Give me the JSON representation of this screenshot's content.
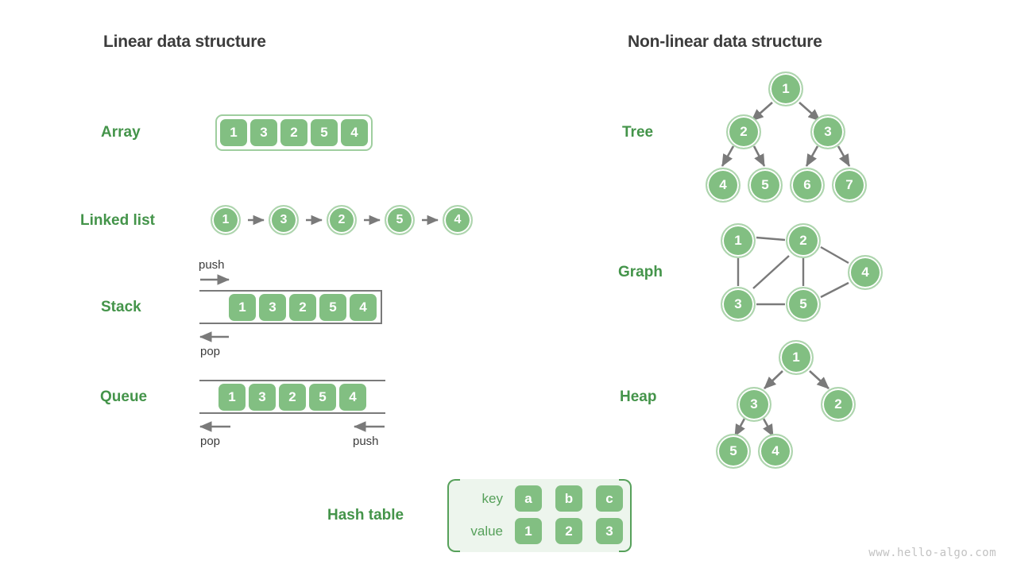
{
  "page": {
    "watermark": "www.hello-algo.com"
  },
  "left_column": {
    "title": "Linear data structure",
    "array": {
      "label": "Array",
      "cells": [
        "1",
        "3",
        "2",
        "5",
        "4"
      ]
    },
    "linked_list": {
      "label": "Linked list",
      "nodes": [
        "1",
        "3",
        "2",
        "5",
        "4"
      ]
    },
    "stack": {
      "label": "Stack",
      "cells": [
        "1",
        "3",
        "2",
        "5",
        "4"
      ],
      "push_label": "push",
      "pop_label": "pop"
    },
    "queue": {
      "label": "Queue",
      "cells": [
        "1",
        "3",
        "2",
        "5",
        "4"
      ],
      "pop_label": "pop",
      "push_label": "push"
    },
    "hash_table": {
      "label": "Hash table",
      "key_label": "key",
      "value_label": "value",
      "keys": [
        "a",
        "b",
        "c"
      ],
      "values": [
        "1",
        "2",
        "3"
      ]
    }
  },
  "right_column": {
    "title": "Non-linear data structure",
    "tree": {
      "label": "Tree",
      "nodes": [
        "1",
        "2",
        "3",
        "4",
        "5",
        "6",
        "7"
      ]
    },
    "graph": {
      "label": "Graph",
      "nodes": [
        "1",
        "2",
        "3",
        "4",
        "5"
      ]
    },
    "heap": {
      "label": "Heap",
      "nodes": [
        "1",
        "3",
        "2",
        "5",
        "4"
      ]
    }
  },
  "colors": {
    "cell_green": "#82bf82",
    "label_green": "#44944a",
    "panel_green": "#edf5ed",
    "bracket_green": "#56a05a",
    "arrow_gray": "#7a7a7a",
    "title_gray": "#3c3c3c"
  }
}
